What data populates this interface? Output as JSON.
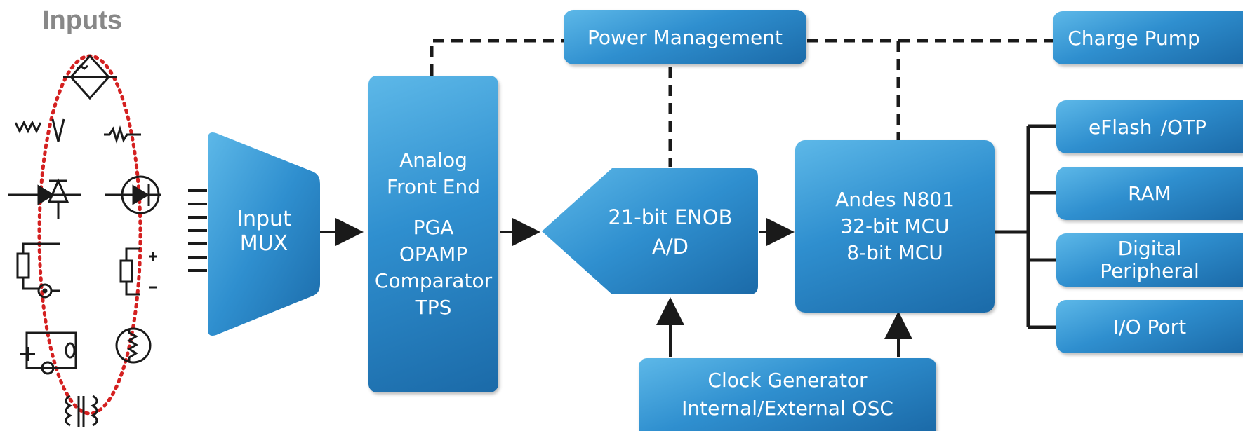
{
  "inputs": {
    "title": "Inputs"
  },
  "blocks": {
    "power_management": "Power Management",
    "charge_pump": "Charge Pump",
    "input_mux": [
      "Input",
      "MUX"
    ],
    "afe": [
      "Analog",
      "Front End"
    ],
    "afe_features": [
      "PGA",
      "OPAMP",
      "Comparator",
      "TPS"
    ],
    "adc": [
      "21-bit ENOB",
      "A/D"
    ],
    "mcu": [
      "Andes N801",
      "32-bit MCU",
      "8-bit MCU"
    ],
    "eflash": {
      "part1": "eFlash",
      "part2": "/OTP"
    },
    "ram": "RAM",
    "digital_peripheral": [
      "Digital",
      "Peripheral"
    ],
    "io_port": "I/O Port",
    "clock_generator": [
      "Clock Generator",
      "Internal/External OSC"
    ]
  },
  "colors": {
    "block_light": "#5db8e8",
    "block_dark": "#1b6aa8",
    "line": "#1a1a1a",
    "ellipse": "#d42020",
    "title_gray": "#888888"
  }
}
